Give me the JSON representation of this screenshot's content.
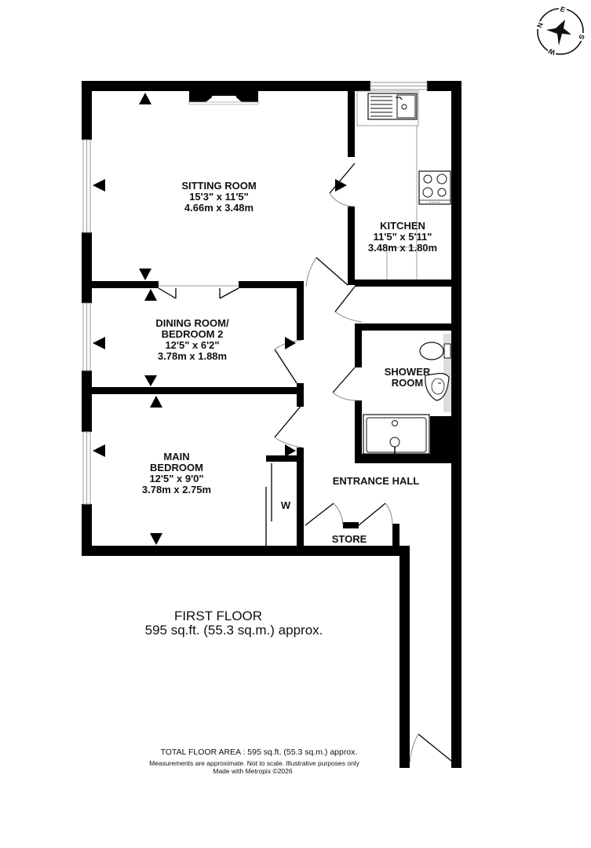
{
  "compass": {
    "icon": "compass-rose-icon",
    "letters": {
      "n": "N",
      "e": "E",
      "s": "S",
      "w": "W"
    }
  },
  "rooms": {
    "sitting_room": {
      "name": "SITTING ROOM",
      "imperial": "15'3\"  x 11'5\"",
      "metric": "4.66m  x 3.48m"
    },
    "kitchen": {
      "name": "KITCHEN",
      "imperial": "11'5\"  x 5'11\"",
      "metric": "3.48m  x 1.80m"
    },
    "dining_room": {
      "name_line1": "DINING ROOM/",
      "name_line2": "BEDROOM 2",
      "imperial": "12'5\"  x 6'2\"",
      "metric": "3.78m  x 1.88m"
    },
    "shower_room": {
      "name_line1": "SHOWER",
      "name_line2": "ROOM"
    },
    "main_bedroom": {
      "name_line1": "MAIN",
      "name_line2": "BEDROOM",
      "imperial": "12'5\"  x 9'0\"",
      "metric": "3.78m  x 2.75m"
    },
    "wardrobe": {
      "name": "W"
    },
    "entrance_hall": {
      "name": "ENTRANCE HALL"
    },
    "store": {
      "name": "STORE"
    }
  },
  "floor": {
    "title": "FIRST FLOOR",
    "area": "595 sq.ft. (55.3 sq.m.) approx."
  },
  "footer": {
    "total": "TOTAL FLOOR AREA : 595 sq.ft. (55.3 sq.m.) approx.",
    "disclaimer": "Measurements are approximate.  Not to scale.  Illustrative purposes only",
    "credit": "Made with Metropix ©2026"
  }
}
